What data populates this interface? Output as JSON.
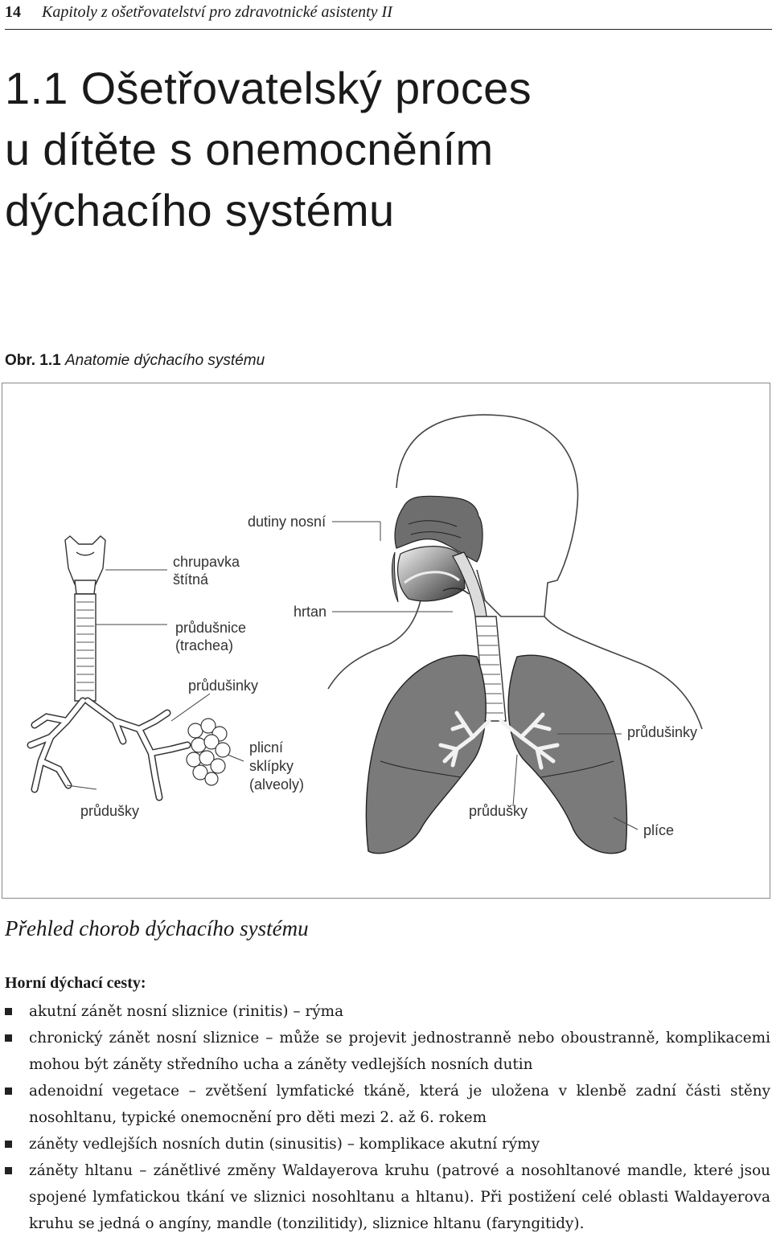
{
  "header": {
    "page_number": "14",
    "running_title": "Kapitoly z ošetřovatelství pro zdravotnické asistenty II"
  },
  "chapter": {
    "title_lines": [
      "1.1  Ošetřovatelský proces",
      "u dítěte s onemocněním",
      "dýchacího systému"
    ]
  },
  "figure": {
    "caption_label": "Obr. 1.1",
    "caption_text": "Anatomie dýchacího systému",
    "labels": {
      "dutiny_nosni": "dutiny nosní",
      "chrupavka_1": "chrupavka",
      "chrupavka_2": "štítná",
      "prudusnice_1": "průdušnice",
      "prudusnice_2": "(trachea)",
      "hrtan": "hrtan",
      "prudusinky_left": "průdušinky",
      "plicni_1": "plicní",
      "plicni_2": "sklípky",
      "plicni_3": "(alveoly)",
      "prudusky_left": "průdušky",
      "prudusinky_right": "průdušinky",
      "prudusky_right": "průdušky",
      "plice": "plíce"
    }
  },
  "section": {
    "heading": "Přehled chorob dýchacího systému",
    "subheading": "Horní dýchací cesty:",
    "items": [
      "akutní zánět nosní sliznice (rinitis) – rýma",
      "chronický zánět nosní sliznice – může se projevit jednostranně nebo oboustranně, komplikacemi mohou být záněty středního ucha a záněty vedlejších nosních dutin",
      "adenoidní vegetace – zvětšení lymfatické tkáně, která je uložena v klenbě zadní části stěny nosohltanu, typické onemocnění pro děti mezi 2. až 6. rokem",
      "záněty vedlejších nosních dutin (sinusitis) – komplikace akutní rýmy",
      "záněty hltanu – zánětlivé změny Waldayerova kruhu (patrové a nosohltanové mandle, které jsou spojené lymfatickou tkání ve sliznici nosohltanu a hltanu). Při postižení celé oblasti Waldayerova kruhu se jedná o angíny, mandle (tonzilitidy), sliznice hltanu (faryngitidy)."
    ]
  }
}
